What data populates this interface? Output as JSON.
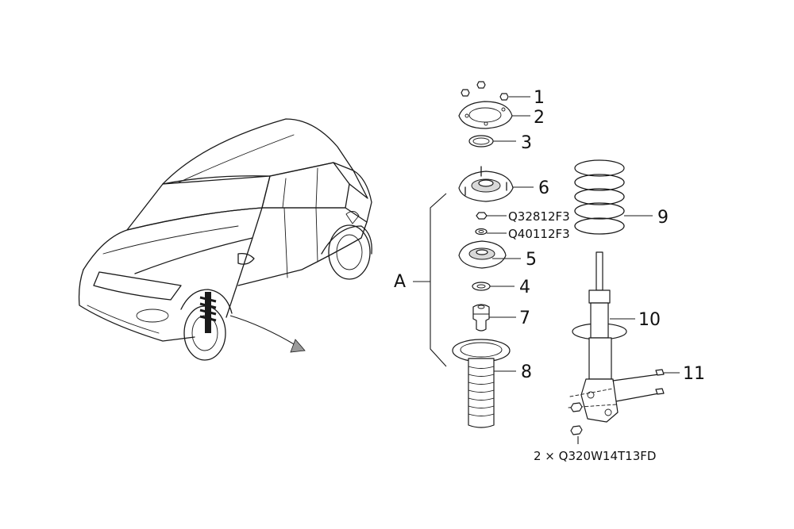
{
  "diagram": {
    "group_label": "A",
    "callouts": [
      "1",
      "2",
      "3",
      "6",
      "9",
      "5",
      "4",
      "7",
      "10",
      "8",
      "11"
    ],
    "part_codes": {
      "nut_code": "Q32812F3",
      "washer_code": "Q40112F3",
      "bolt_nut_code": "2 × Q320W14T13FD"
    },
    "colors": {
      "line": "#1a1a1a",
      "shade": "#d9d9d9",
      "background": "#ffffff"
    }
  }
}
